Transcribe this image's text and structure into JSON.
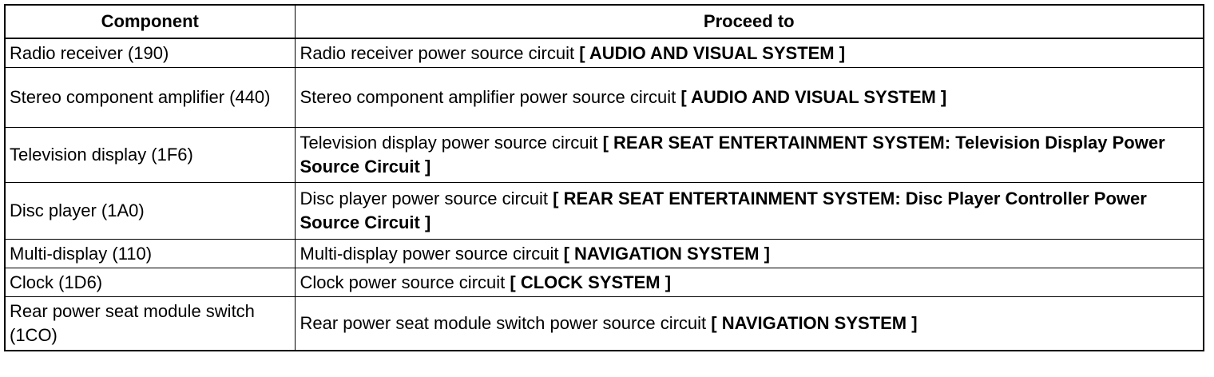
{
  "table": {
    "headers": [
      "Component",
      "Proceed to"
    ],
    "rows": [
      {
        "component": "Radio receiver (190)",
        "proceed_text": "Radio receiver power source circuit ",
        "proceed_ref": "[ AUDIO AND VISUAL SYSTEM ]"
      },
      {
        "component": "Stereo component amplifier (440)",
        "proceed_text": "Stereo component amplifier power source circuit ",
        "proceed_ref": "[ AUDIO AND VISUAL SYSTEM ]"
      },
      {
        "component": "Television display (1F6)",
        "proceed_text": "Television display power source circuit ",
        "proceed_ref": "[ REAR SEAT ENTERTAINMENT SYSTEM: Television Display Power Source Circuit ]"
      },
      {
        "component": "Disc player (1A0)",
        "proceed_text": "Disc player power source circuit ",
        "proceed_ref": "[ REAR SEAT ENTERTAINMENT SYSTEM: Disc Player Controller Power Source Circuit ]"
      },
      {
        "component": "Multi-display (110)",
        "proceed_text": "Multi-display power source circuit ",
        "proceed_ref": "[ NAVIGATION SYSTEM ]"
      },
      {
        "component": "Clock (1D6)",
        "proceed_text": "Clock power source circuit ",
        "proceed_ref": "[ CLOCK SYSTEM ]"
      },
      {
        "component": "Rear power seat module switch (1CO)",
        "proceed_text": "Rear power seat module switch power source circuit ",
        "proceed_ref": "[ NAVIGATION SYSTEM ]"
      }
    ]
  }
}
